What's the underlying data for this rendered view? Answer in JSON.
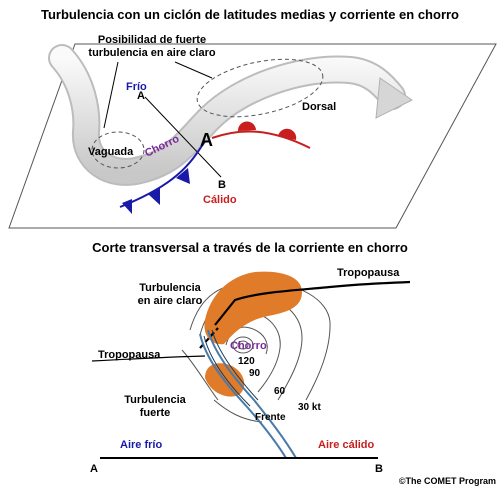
{
  "top": {
    "title": "Turbulencia con un ciclón de latitudes medias y corriente en chorro",
    "cat_label_line1": "Posibilidad de fuerte",
    "cat_label_line2": "turbulencia en aire claro",
    "cold_label": "Frío",
    "warm_label": "Cálido",
    "trough_label": "Vaguada",
    "ridge_label": "Dorsal",
    "jet_label": "Chorro",
    "point_a": "A",
    "point_b": "B",
    "center_a": "A"
  },
  "bottom": {
    "title": "Corte transversal a través de la corriente en chorro",
    "tropopause_right": "Tropopausa",
    "tropopause_left": "Tropopausa",
    "cat_line1": "Turbulencia",
    "cat_line2": "en aire claro",
    "jet_label": "Chorro",
    "iso_120": "120",
    "iso_90": "90",
    "iso_60": "60",
    "iso_30": "30 kt",
    "strong_line1": "Turbulencia",
    "strong_line2": "fuerte",
    "front_label": "Frente",
    "cold_air": "Aire frío",
    "warm_air": "Aire cálido",
    "axis_a": "A",
    "axis_b": "B"
  },
  "credit": "©The COMET Program",
  "colors": {
    "cold_front": "#1a1aa8",
    "warm_front": "#c81e1e",
    "jet_text": "#7a2a9a",
    "turbulence": "#e07b2a",
    "front_band": "#4a7aa8"
  }
}
